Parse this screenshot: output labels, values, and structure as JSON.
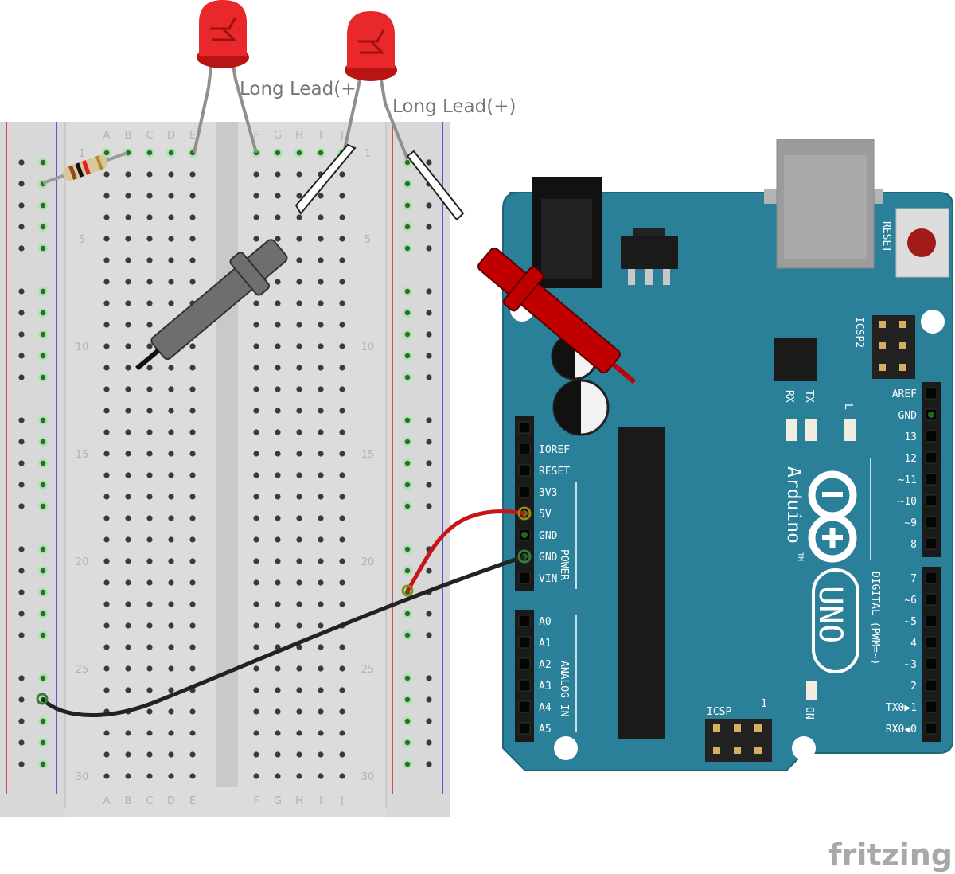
{
  "breadboard": {
    "columns_left": [
      "A",
      "B",
      "C",
      "D",
      "E"
    ],
    "columns_right": [
      "F",
      "G",
      "H",
      "I",
      "J"
    ],
    "row_numbers": [
      "1",
      "5",
      "10",
      "15",
      "20",
      "25",
      "30"
    ]
  },
  "labels": {
    "lead_left": "Long Lead(+",
    "lead_right": "Long Lead(+)"
  },
  "arduino": {
    "power_header": [
      "IOREF",
      "RESET",
      "3V3",
      "5V",
      "GND",
      "GND",
      "VIN"
    ],
    "power_title": "POWER",
    "analog_header": [
      "A0",
      "A1",
      "A2",
      "A3",
      "A4",
      "A5"
    ],
    "analog_title": "ANALOG IN",
    "digital_top": [
      "AREF",
      "GND",
      "13",
      "12",
      "~11",
      "~10",
      "~9",
      "8"
    ],
    "digital_bottom": [
      "7",
      "~6",
      "~5",
      "4",
      "~3",
      "2",
      "TX0▶1",
      "RX0◀0"
    ],
    "digital_title": "DIGITAL (PWM=~)",
    "reset": "RESET",
    "icsp2": "ICSP2",
    "icsp": "ICSP",
    "icsp_pin1": "1",
    "rx": "RX",
    "tx": "TX",
    "l": "L",
    "on": "ON",
    "brand": "Arduino",
    "tm": "TM",
    "model": "UNO"
  },
  "watermark": "fritzing",
  "colors": {
    "board_teal": "#2a7f99",
    "breadboard": "#dcdcdc",
    "probe_red": "#c00000",
    "probe_grey": "#6e6e6e",
    "led_red": "#e8282b",
    "wire_red": "#c81414",
    "wire_black": "#222222"
  }
}
